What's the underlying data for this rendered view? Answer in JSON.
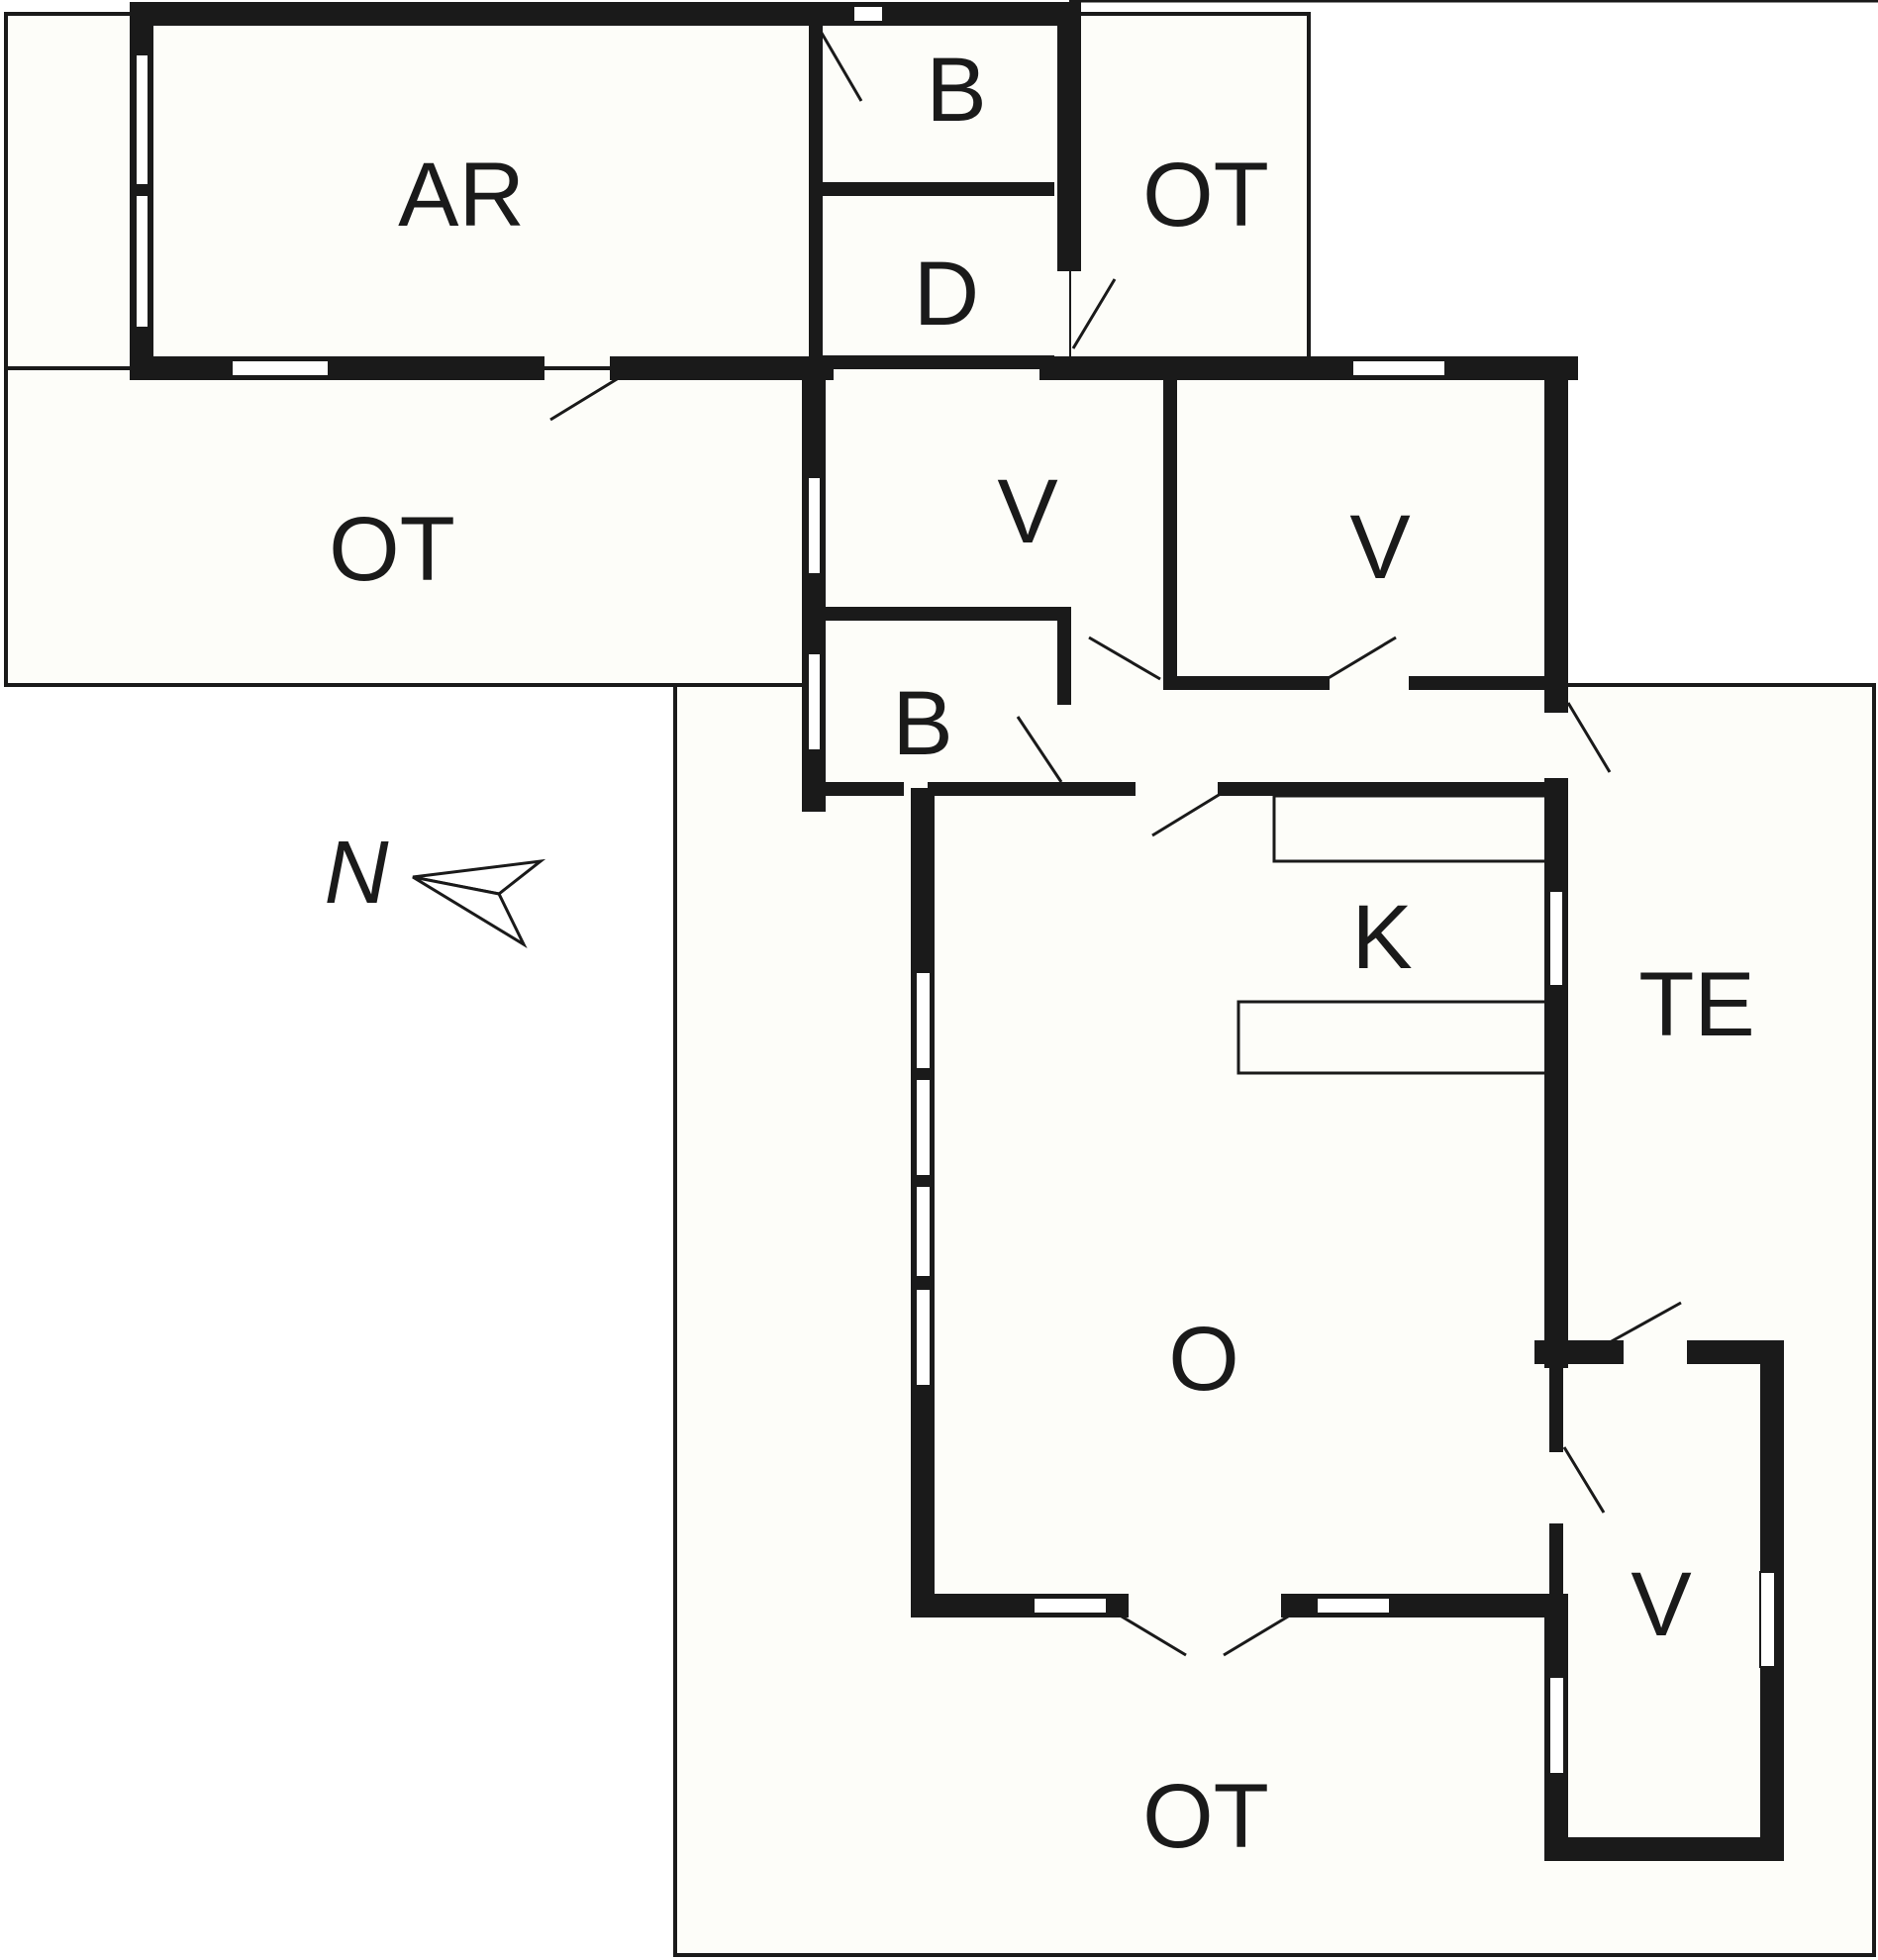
{
  "rooms": {
    "ar": "AR",
    "bathroom_north": "B",
    "d": "D",
    "outdoor_northeast": "OT",
    "outdoor_northwest": "OT",
    "v_middle_left": "V",
    "v_middle_right": "V",
    "bathroom_middle": "B",
    "kitchen": "K",
    "terrace": "TE",
    "living": "O",
    "v_south": "V",
    "outdoor_south": "OT"
  },
  "compass": {
    "label": "N"
  }
}
